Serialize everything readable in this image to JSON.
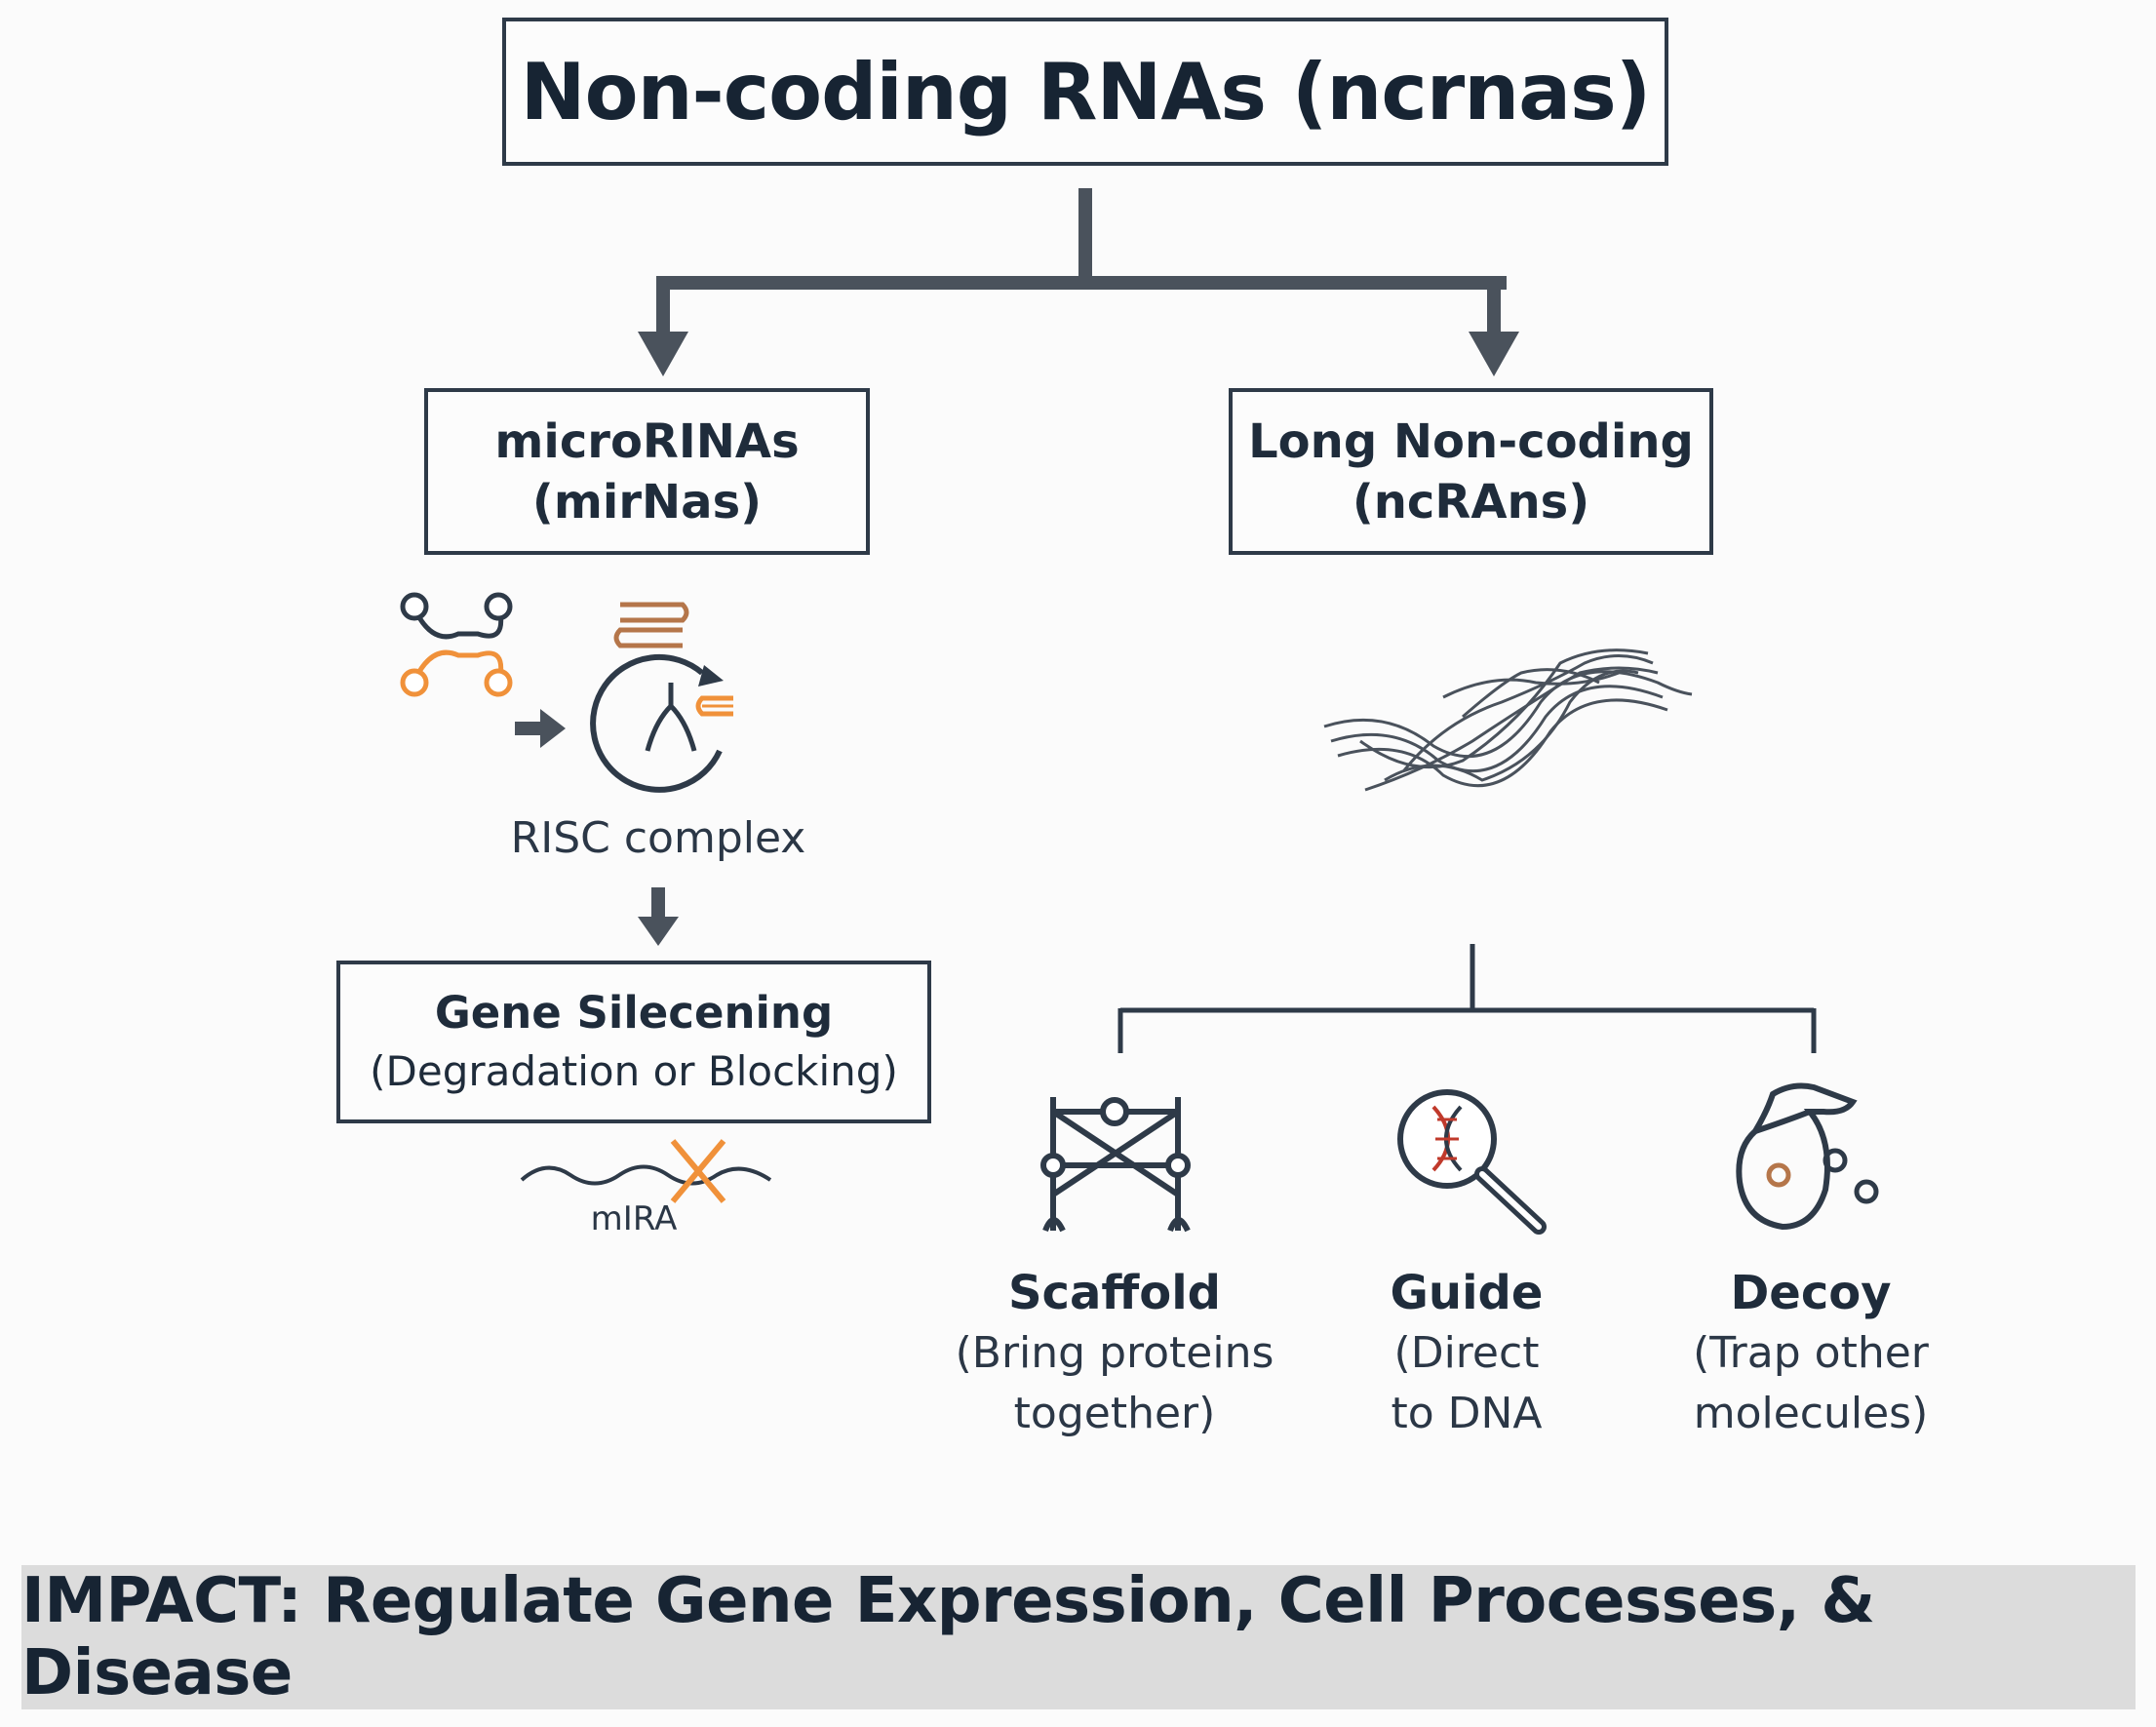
{
  "title": "Non-coding RNAs (ncrnas)",
  "branches": {
    "mirna": {
      "line1": "microRINAs",
      "line2": "(mirNas)"
    },
    "lncrna": {
      "line1": "Long Non-coding",
      "line2": "(ncRAns)"
    }
  },
  "mirna_pathway": {
    "risc_label": "RISC complex",
    "silencing_title": "Gene Silecening",
    "silencing_desc": "(Degradation or Blocking)",
    "target_label": "mIRA"
  },
  "functions": [
    {
      "name": "Scaffold",
      "desc": "(Bring proteins\ntogether)",
      "icon": "scaffold-icon"
    },
    {
      "name": "Guide",
      "desc": "(Direct\nto DNA",
      "icon": "dna-magnifier-icon"
    },
    {
      "name": "Decoy",
      "desc": "(Trap other\nmolecules)",
      "icon": "decoy-icon"
    }
  ],
  "impact": "IMPACT: Regulate Gene Expression, Cell Processes, & Disease",
  "colors": {
    "ink": "#1f2c3b",
    "line": "#4a525c",
    "accent": "#f0913a",
    "accent_brown": "#b5764a",
    "dna_red": "#c0392b",
    "impact_bg": "#dcdcdc"
  }
}
